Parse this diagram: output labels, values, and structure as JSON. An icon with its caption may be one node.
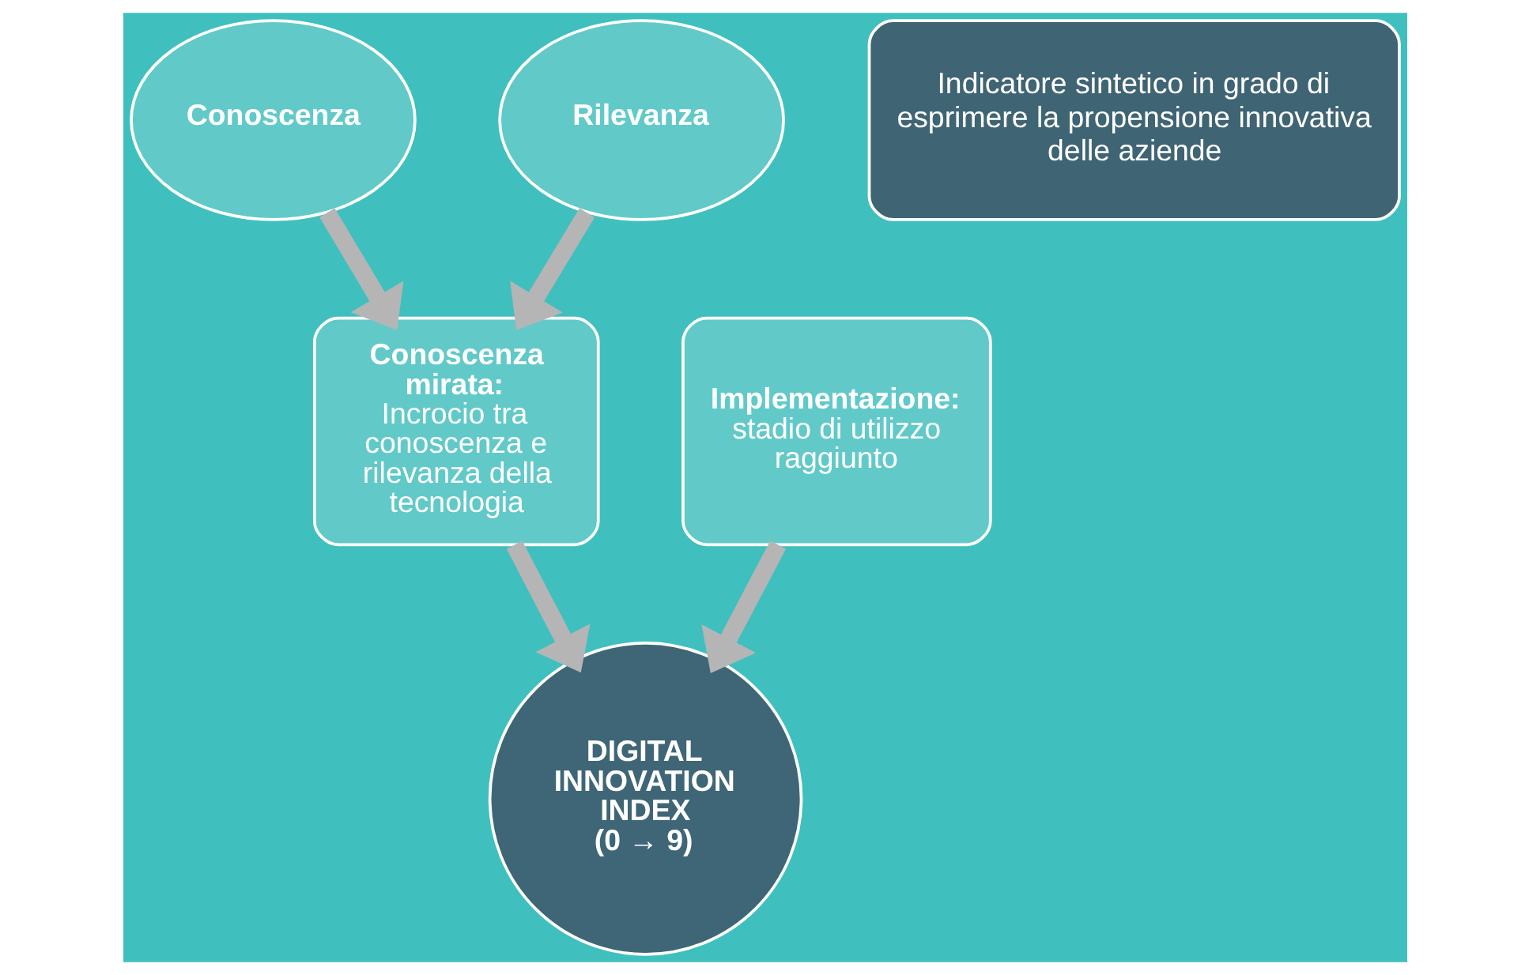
{
  "diagram": {
    "nodes": [
      {
        "text": [
          "Conoscenza"
        ]
      },
      {
        "text": [
          "Rilevanza"
        ]
      },
      {
        "text": [
          "Conoscenza mirata:",
          "Incrocio tra conoscenza e rilevanza della tecnologia"
        ]
      },
      {
        "text": [
          "Implementazione:",
          "stadio di utilizzo raggiunto"
        ]
      },
      {
        "text": [
          "DIGITAL INNOVATION INDEX",
          "(0 → 9)"
        ]
      },
      {
        "text": [
          "Indicatore sintetico in grado di esprimere la propensione innovativa delle aziende"
        ]
      }
    ],
    "edges": [
      {
        "from": 0,
        "to": 2,
        "arrow": "to"
      },
      {
        "from": 1,
        "to": 2,
        "arrow": "to"
      },
      {
        "from": 2,
        "to": 4,
        "arrow": "to"
      },
      {
        "from": 3,
        "to": 4,
        "arrow": "to"
      }
    ]
  }
}
